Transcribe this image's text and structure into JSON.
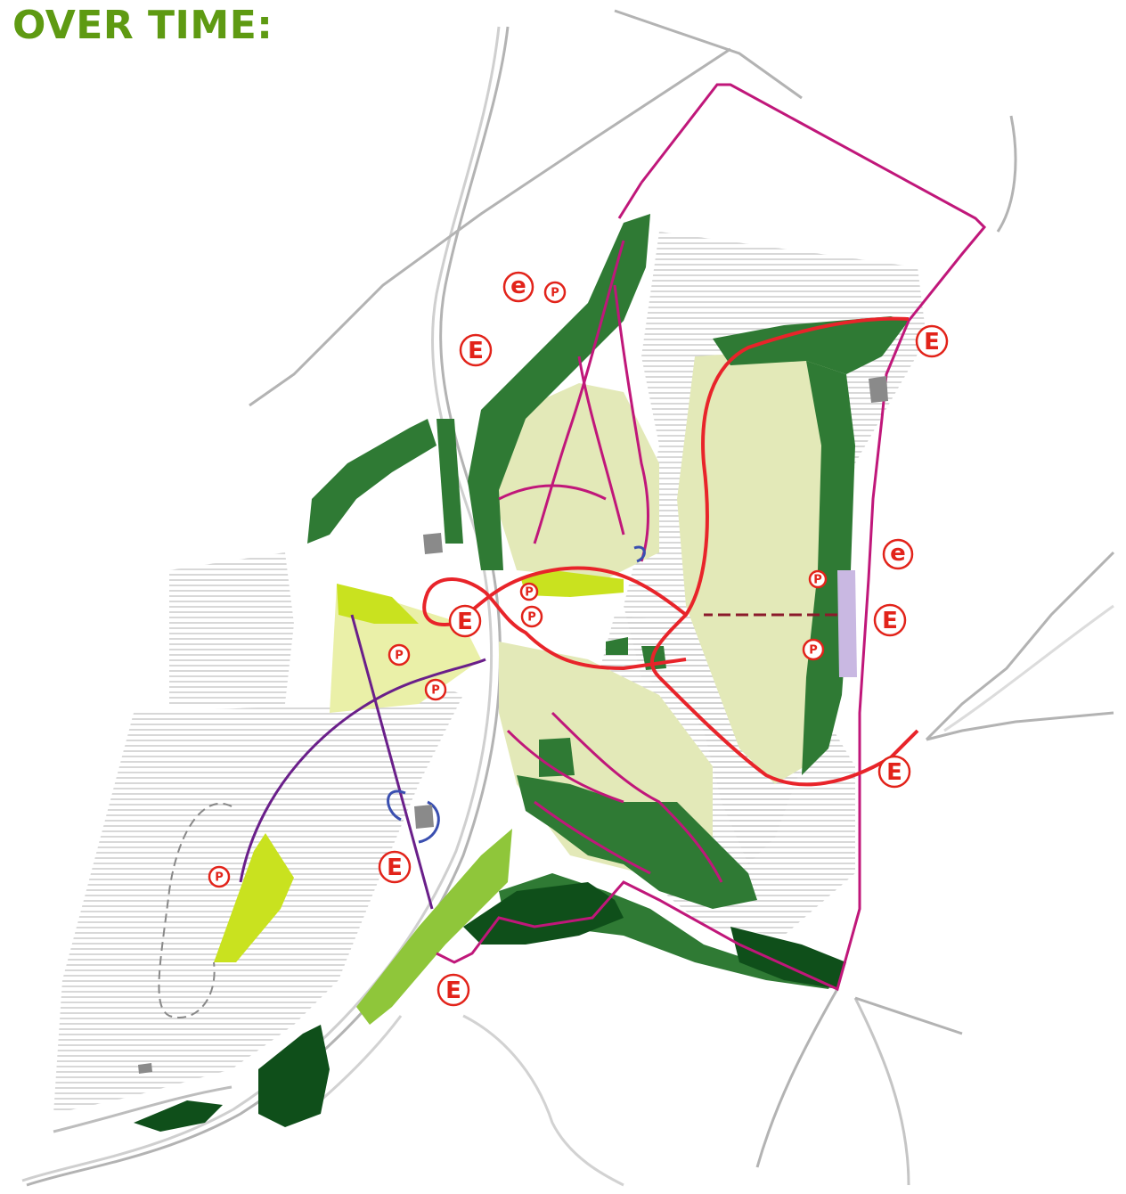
{
  "title": "OVER TIME:",
  "labels": {
    "entrance_upper": "E",
    "entrance_lower": "e",
    "parking": "P"
  },
  "colors": {
    "title_green": "#5e9a12",
    "marker_red": "#e2231a",
    "route_magenta": "#c0177a",
    "main_route_red": "#e8242a",
    "dark_green": "#2f7a34",
    "forest_green": "#0f4f1a",
    "light_green": "#e3e9b8",
    "lime": "#c9e21f",
    "road_gray": "#b0b0b0",
    "purple_path": "#6a1f8a"
  },
  "icons": {
    "entrance_marker": "entrance-marker-icon",
    "parking_marker": "parking-marker-icon"
  }
}
